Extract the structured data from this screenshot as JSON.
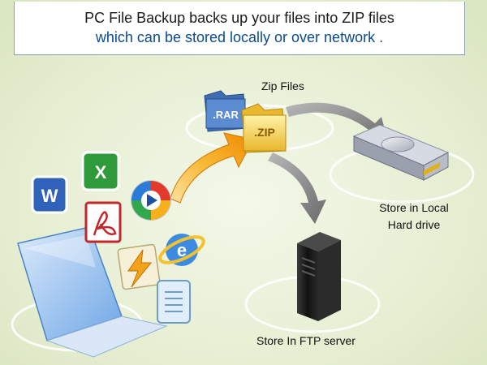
{
  "banner": {
    "line1": "PC File Backup backs up your files into ZIP files",
    "line2": "which can be stored locally or over network ."
  },
  "archive_labels": {
    "rar": ".RAR",
    "zip": ".ZIP"
  },
  "labels": {
    "zip_files": "Zip Files",
    "local_line1": "Store in Local",
    "local_line2": "Hard drive",
    "ftp": "Store In FTP server"
  },
  "icons": [
    "laptop-icon",
    "word-icon",
    "excel-icon",
    "acrobat-icon",
    "media-player-icon",
    "winzip-icon",
    "internet-explorer-icon",
    "text-file-icon",
    "rar-folder-icon",
    "zip-folder-icon",
    "hard-drive-icon",
    "server-icon"
  ],
  "colors": {
    "banner_text": "#1a1a1a",
    "banner_accent": "#0b4a8e",
    "arrow_orange": "#f59a0c",
    "arrow_gray": "#7a7a7a",
    "background": "#e4edcf"
  }
}
